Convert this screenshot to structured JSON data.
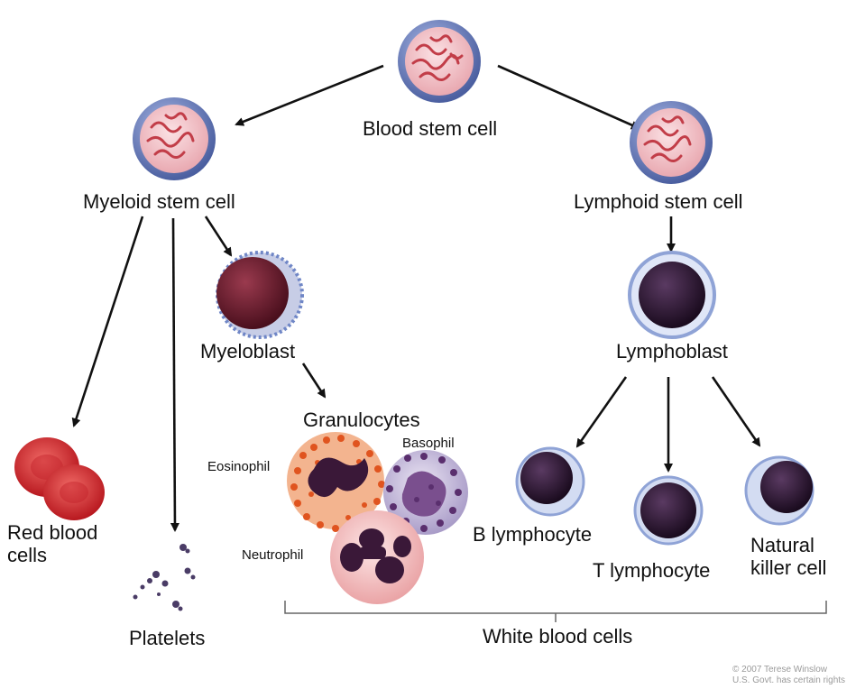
{
  "labels": {
    "blood_stem_cell": "Blood stem cell",
    "myeloid_stem_cell": "Myeloid stem cell",
    "lymphoid_stem_cell": "Lymphoid stem cell",
    "myeloblast": "Myeloblast",
    "lymphoblast": "Lymphoblast",
    "granulocytes": "Granulocytes",
    "eosinophil": "Eosinophil",
    "basophil": "Basophil",
    "neutrophil": "Neutrophil",
    "red_blood_cells": "Red blood\ncells",
    "platelets": "Platelets",
    "b_lymphocyte": "B lymphocyte",
    "t_lymphocyte": "T lymphocyte",
    "natural_killer_cell": "Natural\nkiller cell",
    "white_blood_cells": "White blood cells"
  },
  "credit": {
    "line1": "© 2007 Terese Winslow",
    "line2": "U.S. Govt. has certain rights"
  },
  "colors": {
    "stem_membrane": "#6f86c6",
    "stem_cytoplasm": "#f2c6cc",
    "stem_nucleus": "#c8484f",
    "blast_nucleus": "#6a1a2a",
    "red_cell": "#d8343a",
    "eosinophil_granules": "#e2622c",
    "basophil_body": "#cfc6e2",
    "neutrophil_body": "#f4c3c3",
    "lymphocyte_nucleus": "#2a1630",
    "arrow": "#111111"
  }
}
